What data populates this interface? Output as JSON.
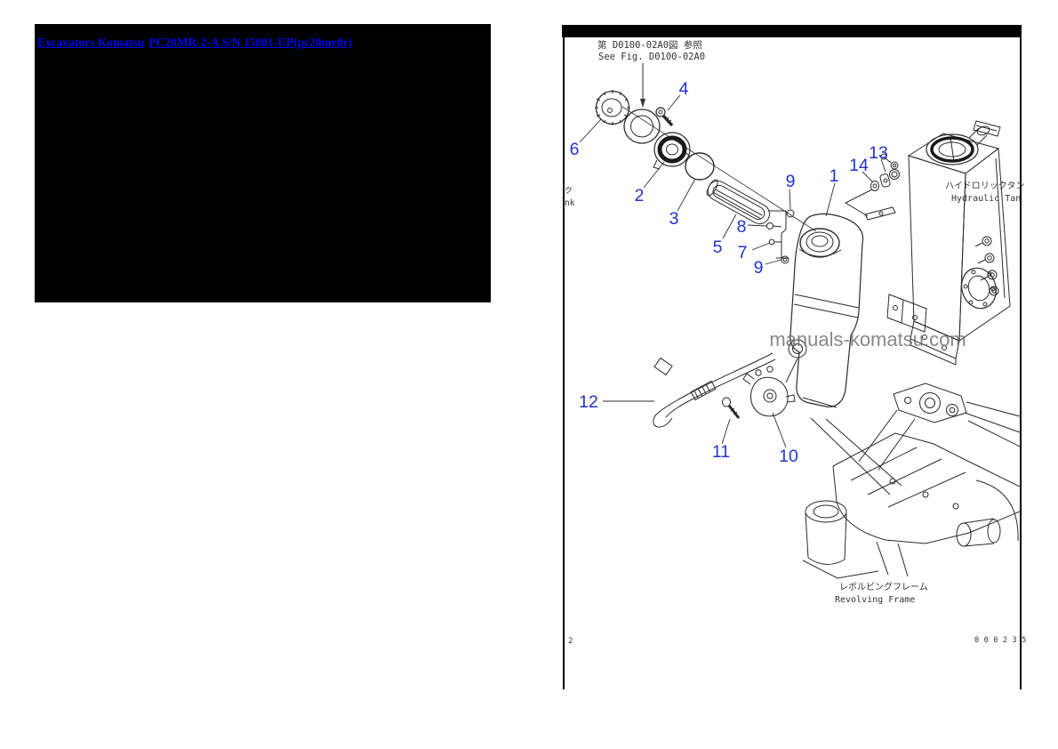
{
  "left_panel": {
    "background": "#000000",
    "link_color": "#0000ee",
    "links": [
      {
        "label": "Excavators Komatsu"
      },
      {
        "label": "PC20MR-2-A S/N 15001-UP(pc20mr0r)"
      }
    ]
  },
  "diagram": {
    "reference_note": {
      "jp": "第 D0100-02A0図 参照",
      "en": "See Fig. D0100-02A0"
    },
    "hydraulic_tank_label": {
      "jp": "ハイドロリックタン",
      "en": "Hydraulic Tan"
    },
    "left_edge_clipped_label": {
      "jp": "ク",
      "en": "nk"
    },
    "revolving_frame_label": {
      "jp": "レボルビングフレーム",
      "en": "Revolving Frame"
    },
    "watermark": "manuals-komatsu.com",
    "page_number": "2",
    "drawing_number": "000235",
    "callout_color": "#2233cc",
    "callouts": [
      {
        "label": "1"
      },
      {
        "label": "2"
      },
      {
        "label": "3"
      },
      {
        "label": "4"
      },
      {
        "label": "5"
      },
      {
        "label": "6"
      },
      {
        "label": "7"
      },
      {
        "label": "8"
      },
      {
        "label": "9"
      },
      {
        "label": "9"
      },
      {
        "label": "10"
      },
      {
        "label": "11"
      },
      {
        "label": "12"
      },
      {
        "label": "13"
      },
      {
        "label": "14"
      }
    ]
  }
}
